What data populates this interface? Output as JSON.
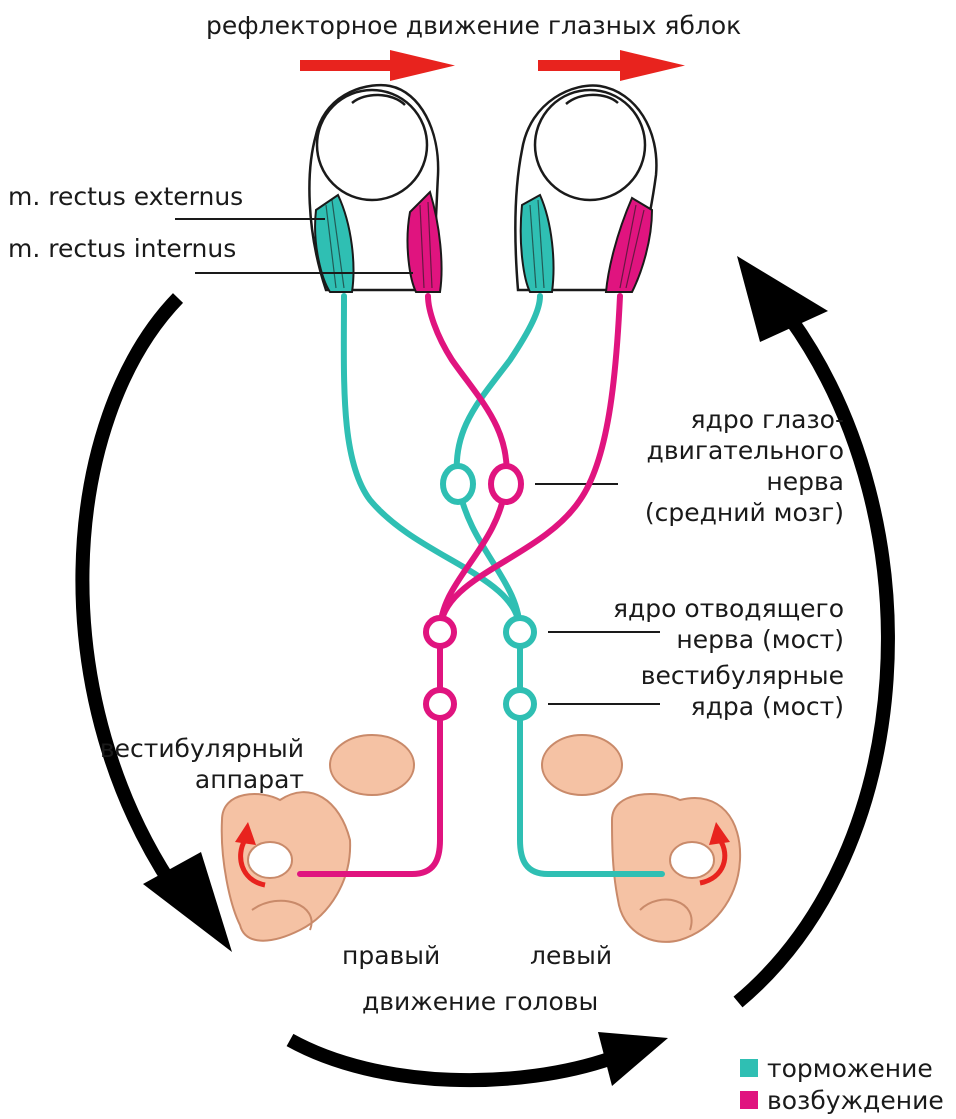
{
  "title": "рефлекторное движение глазных яблок",
  "muscles": {
    "externus": "m. rectus externus",
    "internus": "m. rectus internus"
  },
  "nuclei": {
    "oculomotor": [
      "ядро глазо-",
      "двигательного",
      "нерва",
      "(средний мозг)"
    ],
    "abducens": [
      "ядро отводящего",
      "нерва (мост)"
    ],
    "vestibular_nuclei": [
      "вестибулярные",
      "ядра (мост)"
    ]
  },
  "vestibular_apparatus": [
    "вестибулярный",
    "аппарат"
  ],
  "sides": {
    "right": "правый",
    "left": "левый"
  },
  "head_movement": "движение головы",
  "legend": [
    {
      "label": "торможение",
      "color": "#2fbfb3"
    },
    {
      "label": "возбуждение",
      "color": "#e0147f"
    }
  ],
  "colors": {
    "inhibition": "#2fbfb3",
    "excitation": "#e0147f",
    "arrow_red": "#e8231e",
    "arrow_black": "#000000",
    "ear": "#f5c2a4"
  }
}
